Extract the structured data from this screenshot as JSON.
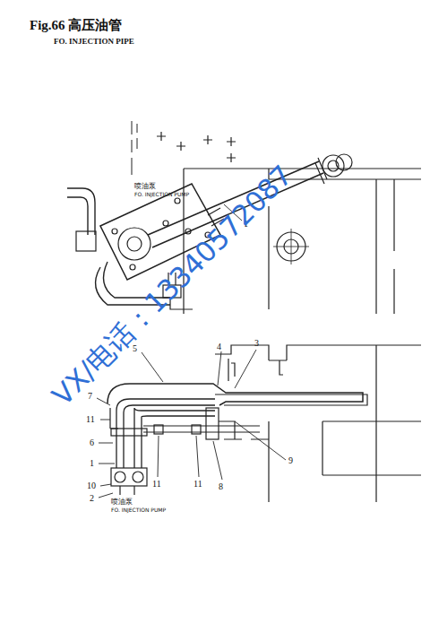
{
  "diagram": {
    "title": "Fig.66 高压油管",
    "labels": [
      "FO. INJECTION PIPE",
      "喷油泵",
      "FO. INJECTION PUMP",
      "1",
      "5",
      "4",
      "3",
      "7",
      "11",
      "6",
      "1",
      "10",
      "2",
      "11",
      "11",
      "8",
      "9",
      "喷油泵",
      "FO. INJECTION PUMP",
      "VX/电话：13340572087"
    ]
  }
}
